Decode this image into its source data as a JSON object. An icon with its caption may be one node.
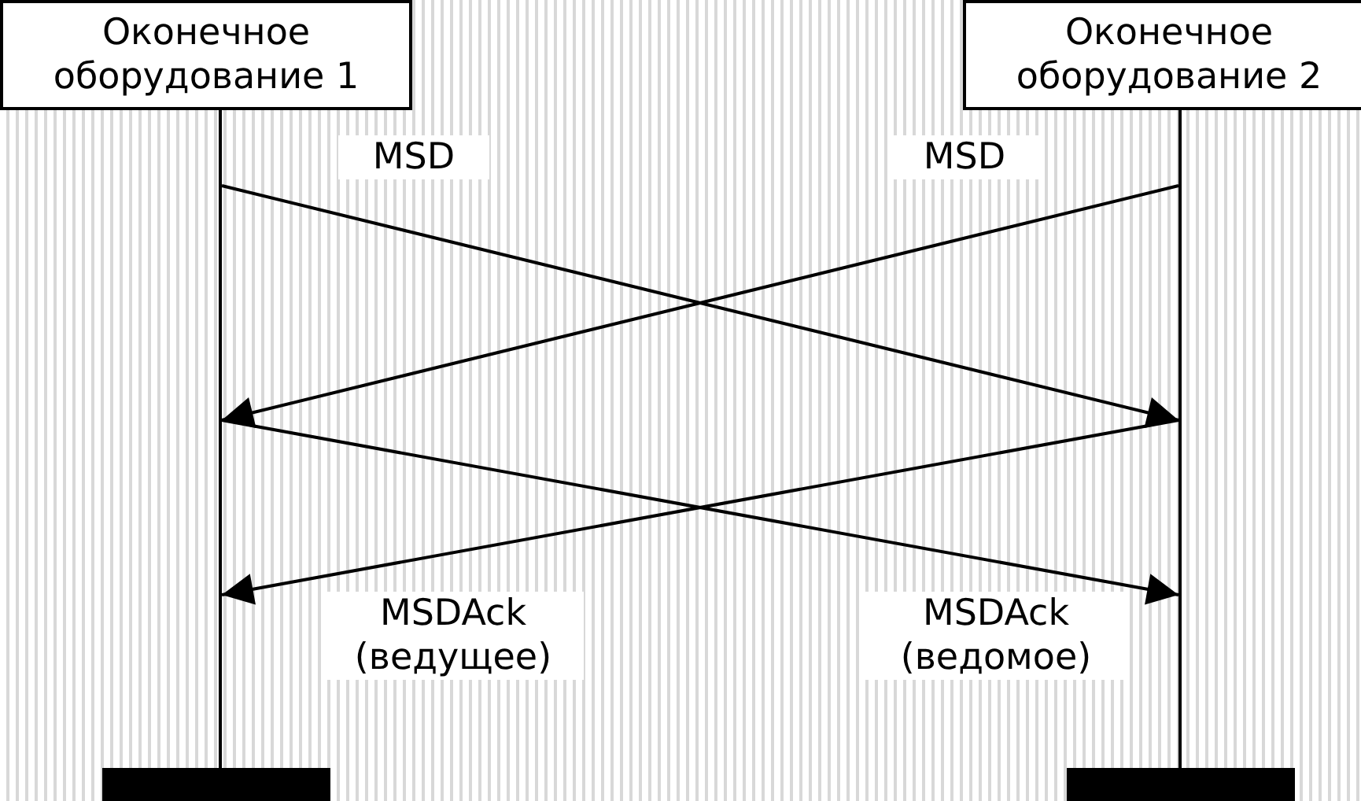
{
  "diagram": {
    "nodes": [
      {
        "text": [
          "Оконечное оборудование 1"
        ]
      },
      {
        "text": [
          "Оконечное оборудование 2"
        ]
      },
      {
        "text": [],
        "shape": "line"
      },
      {
        "text": [],
        "shape": "line"
      },
      {
        "text": [],
        "shape": "bar"
      },
      {
        "text": [],
        "shape": "bar"
      }
    ],
    "edges": [
      {
        "from": 2,
        "to": 3,
        "arrow": "to",
        "label": "MSD"
      },
      {
        "from": 3,
        "to": 2,
        "arrow": "to",
        "label": "MSD"
      },
      {
        "from": 2,
        "to": 3,
        "arrow": "to",
        "label": "MSDAck (ведомое)"
      },
      {
        "from": 3,
        "to": 2,
        "arrow": "to",
        "label": "MSDAck (ведущее)"
      }
    ]
  }
}
